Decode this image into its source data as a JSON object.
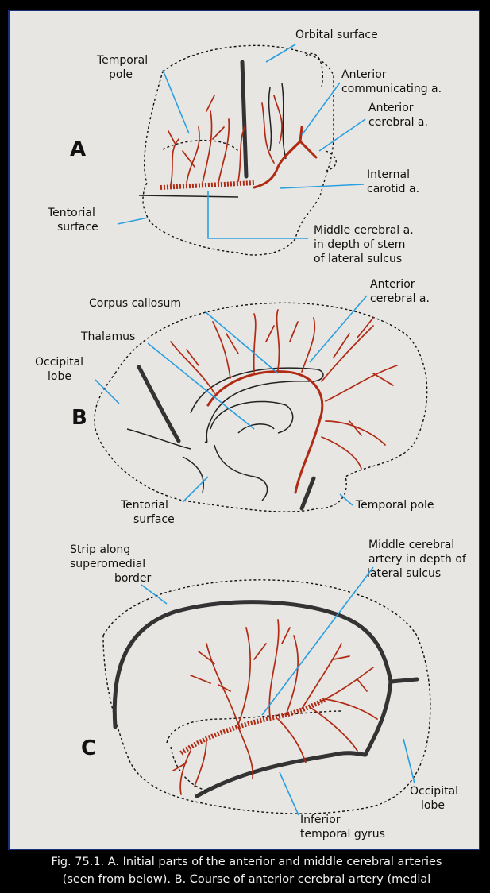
{
  "panel_a": {
    "letter": "A",
    "labels": {
      "orbital_surface": "Orbital surface",
      "temporal_pole_1": "Temporal",
      "temporal_pole_2": "pole",
      "ant_comm_1": "Anterior",
      "ant_comm_2": "communicating a.",
      "ant_cereb_1": "Anterior",
      "ant_cereb_2": "cerebral a.",
      "internal_carotid_1": "Internal",
      "internal_carotid_2": "carotid a.",
      "tentorial_1": "Tentorial",
      "tentorial_2": "surface",
      "mca_1": "Middle cerebral a.",
      "mca_2": "in depth of stem",
      "mca_3": "of lateral sulcus"
    }
  },
  "panel_b": {
    "letter": "B",
    "labels": {
      "corpus_callosum": "Corpus callosum",
      "ant_cereb_1": "Anterior",
      "ant_cereb_2": "cerebral a.",
      "thalamus": "Thalamus",
      "occipital_1": "Occipital",
      "occipital_2": "lobe",
      "tentorial_1": "Tentorial",
      "tentorial_2": "surface",
      "temporal_pole": "Temporal pole"
    }
  },
  "panel_c": {
    "letter": "C",
    "labels": {
      "strip_1": "Strip along",
      "strip_2": "superomedial",
      "strip_3": "border",
      "mca_1": "Middle cerebral",
      "mca_2": "artery in depth of",
      "mca_3": "lateral  sulcus",
      "occipital_1": "Occipital",
      "occipital_2": "lobe",
      "inferior_1": "Inferior",
      "inferior_2": "temporal gyrus"
    }
  },
  "caption": {
    "line1": "Fig. 75.1. A. Initial parts of the anterior and middle cerebral arteries",
    "line2": "(seen from below).  B. Course of anterior cerebral artery (medial"
  },
  "colors": {
    "artery": "#b02a14",
    "leader": "#2a9fe0",
    "frame": "#1a2f7a",
    "paper": "#e8e6e2"
  }
}
